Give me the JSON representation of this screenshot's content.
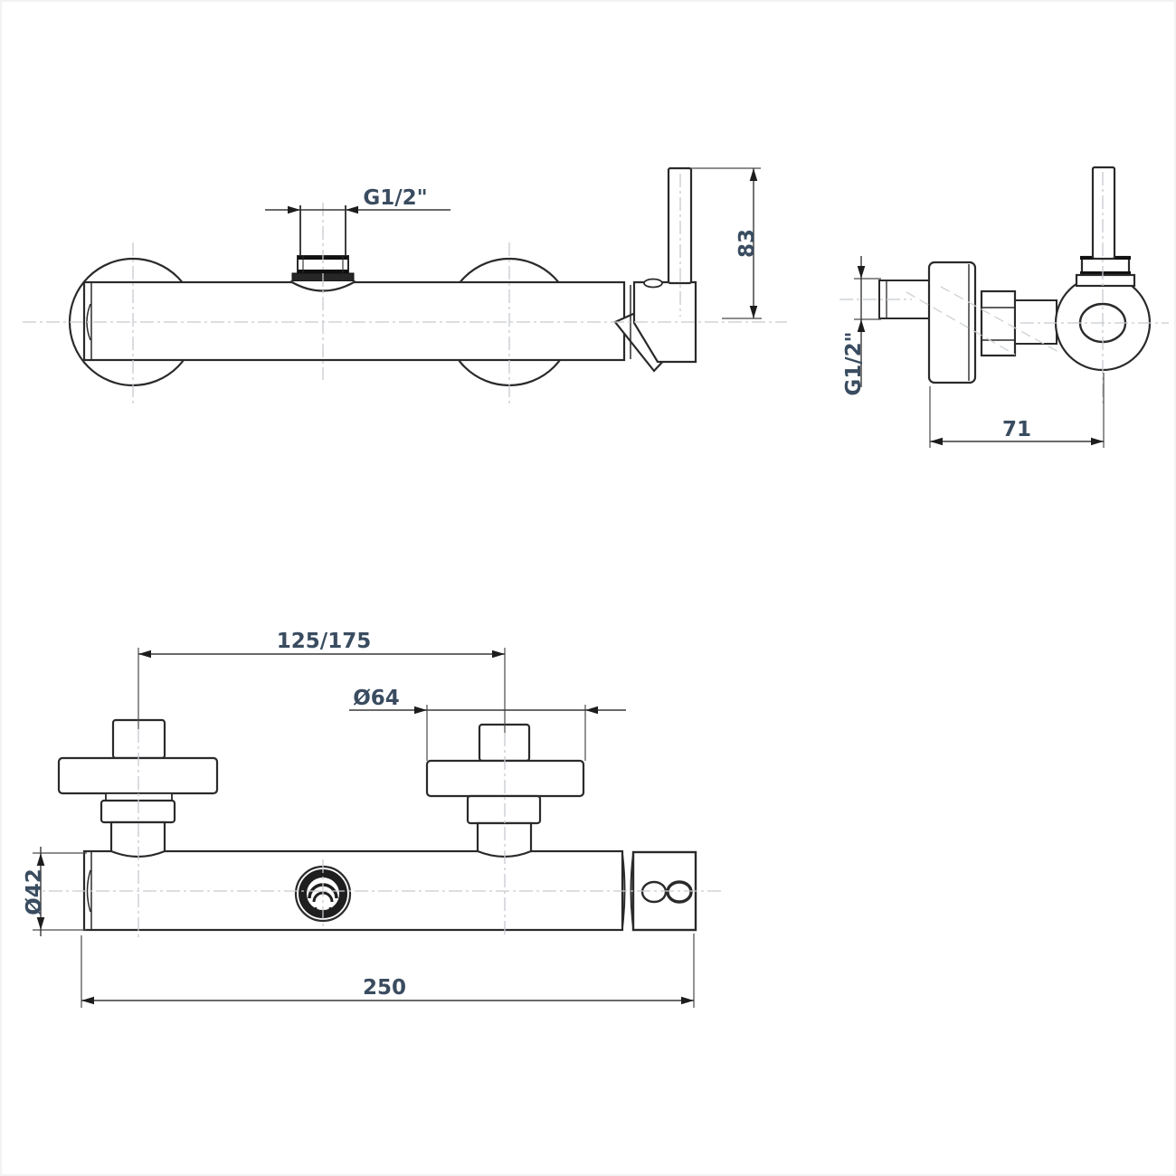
{
  "drawing": {
    "kind": "technical-orthographic-views",
    "subject": "wall-mounted shower mixer tap",
    "colors": {
      "line": "#2a2a2a",
      "dimension_text": "#3a4c60",
      "centerline": "#c6cacf",
      "background": "#ffffff"
    },
    "views": {
      "front": {
        "name": "front view",
        "labels": {
          "inlet_thread": "G1/2\"",
          "handle_height": "83"
        }
      },
      "side": {
        "name": "side view",
        "labels": {
          "inlet_thread": "G1/2\"",
          "depth": "71"
        }
      },
      "bottom": {
        "name": "bottom view",
        "labels": {
          "hole_centers": "125/175",
          "flange_diameter": "Ø64",
          "body_diameter": "Ø42",
          "overall_length": "250"
        }
      }
    }
  }
}
